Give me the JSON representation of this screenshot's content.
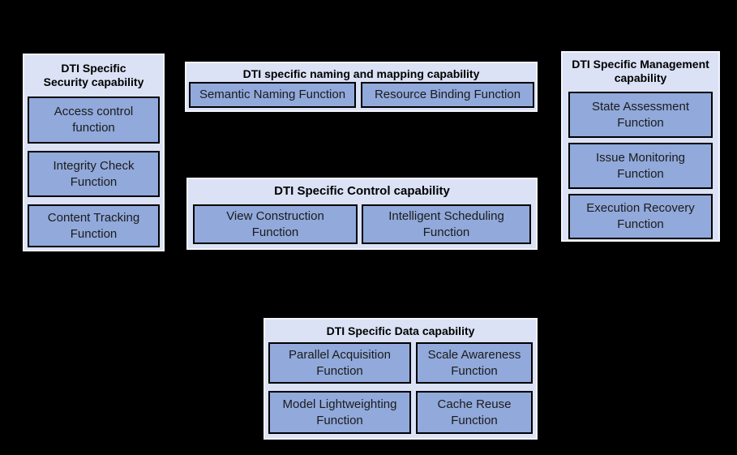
{
  "diagram": {
    "background_color": "#000000",
    "colors": {
      "container_fill": "#dbe2f5",
      "container_border": "#f2f4fc",
      "function_fill": "#91a9db",
      "function_border": "#000000",
      "title_text": "#000000",
      "label_text": "#1b1b1b"
    },
    "groups": [
      {
        "name": "security",
        "title": "DTI Specific\nSecurity capability",
        "functions": [
          "Access control\nfunction",
          "Integrity Check\nFunction",
          "Content Tracking\nFunction"
        ]
      },
      {
        "name": "naming-and-mapping",
        "title": "DTI specific naming and mapping capability",
        "functions": [
          "Semantic Naming Function",
          "Resource Binding Function"
        ]
      },
      {
        "name": "management",
        "title": "DTI Specific Management\ncapability",
        "functions": [
          "State Assessment\nFunction",
          "Issue Monitoring\nFunction",
          "Execution Recovery\nFunction"
        ]
      },
      {
        "name": "control",
        "title": "DTI Specific Control capability",
        "functions": [
          "View Construction\nFunction",
          "Intelligent Scheduling\nFunction"
        ]
      },
      {
        "name": "data",
        "title": "DTI Specific Data capability",
        "functions": [
          "Parallel Acquisition\nFunction",
          "Scale Awareness\nFunction",
          "Model Lightweighting\nFunction",
          "Cache Reuse\nFunction"
        ]
      }
    ]
  }
}
